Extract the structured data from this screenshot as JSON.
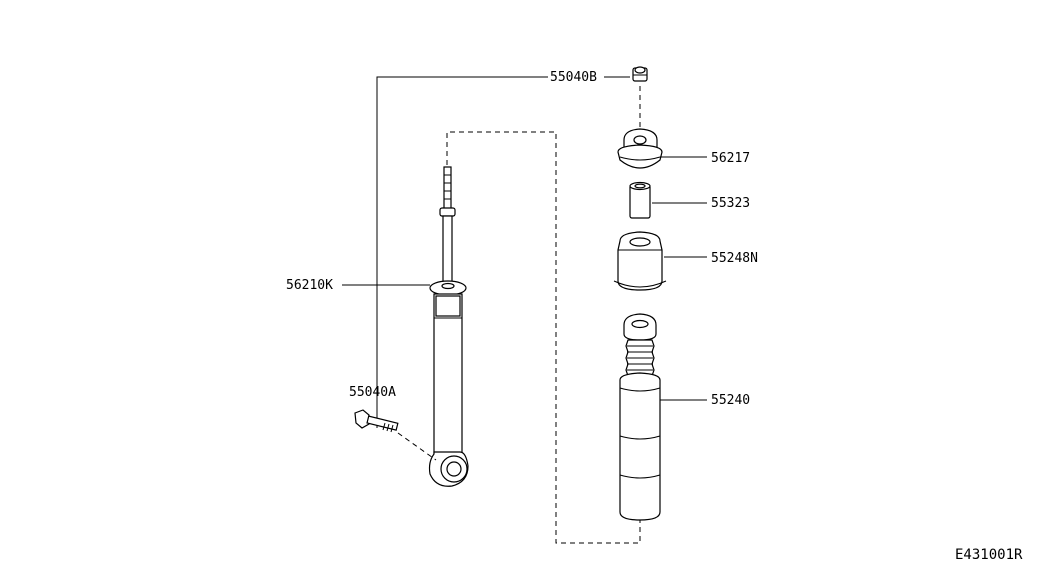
{
  "parts": {
    "bolt_upper": "55040B",
    "mount_insulator": "56217",
    "collar": "55323",
    "bumper_cover": "55248N",
    "bound_bumper": "55240",
    "shock_absorber": "56210K",
    "bolt_lower": "55040A"
  },
  "reference_code": "E431001R"
}
